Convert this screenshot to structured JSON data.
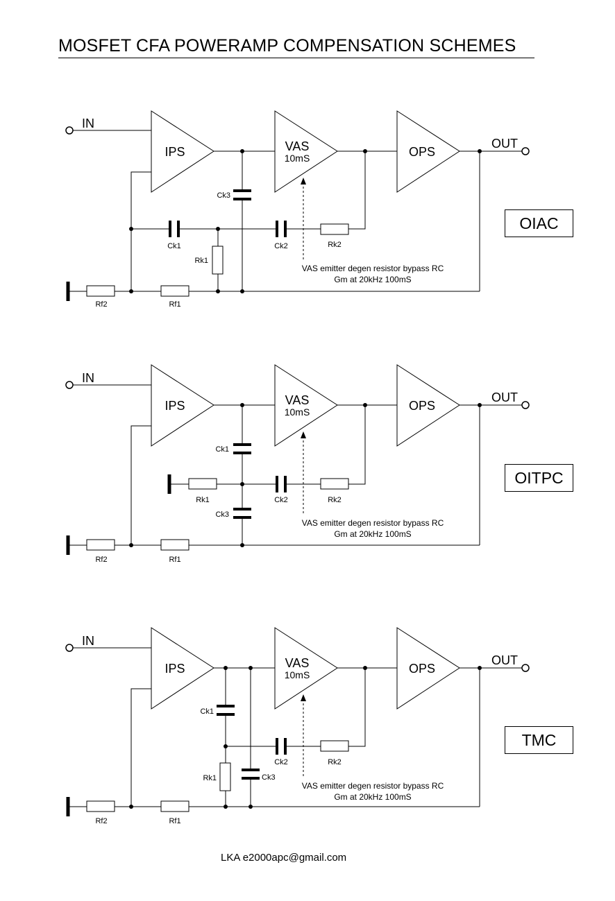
{
  "title": "MOSFET CFA POWERAMP COMPENSATION SCHEMES",
  "footer": "LKA e2000apc@gmail.com",
  "common": {
    "in_label": "IN",
    "out_label": "OUT",
    "ips_label": "IPS",
    "vas_label": "VAS",
    "vas_sub": "10mS",
    "ops_label": "OPS",
    "note_line1": "VAS emitter degen resistor bypass RC",
    "note_line2": "Gm at 20kHz 100mS",
    "rf1": "Rf1",
    "rf2": "Rf2",
    "rk1": "Rk1",
    "rk2": "Rk2",
    "ck1": "Ck1",
    "ck2": "Ck2",
    "ck3": "Ck3"
  },
  "schemes": [
    {
      "name": "OIAC"
    },
    {
      "name": "OITPC"
    },
    {
      "name": "TMC"
    }
  ]
}
